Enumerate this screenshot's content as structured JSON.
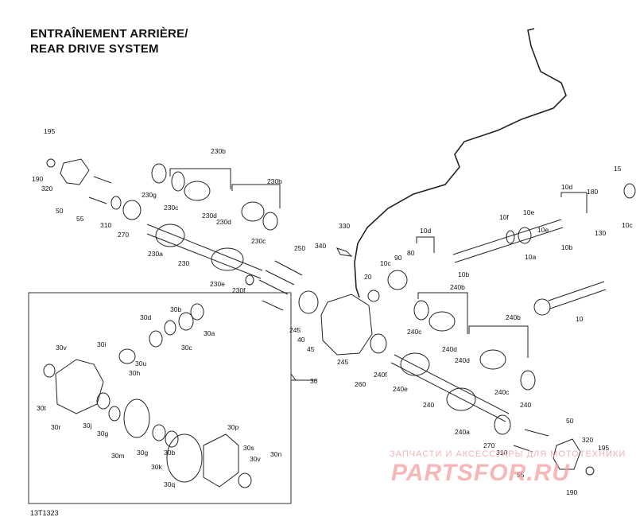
{
  "title_fr": "ENTRAÎNEMENT ARRIÈRE/",
  "title_en": "REAR DRIVE SYSTEM",
  "drawing_code": "13T1323",
  "watermark": {
    "line1": "ЗАПЧАСТИ И АКСЕССУАРЫ ДЛЯ МОТОТЕХНИКИ",
    "line2": "PARTSFOR.RU"
  },
  "parts": [
    {
      "id": "p195a",
      "label": "195"
    },
    {
      "id": "p190a",
      "label": "190"
    },
    {
      "id": "p320a",
      "label": "320"
    },
    {
      "id": "p50a",
      "label": "50"
    },
    {
      "id": "p55a",
      "label": "55"
    },
    {
      "id": "p310a",
      "label": "310"
    },
    {
      "id": "p270a",
      "label": "270"
    },
    {
      "id": "p230b1",
      "label": "230b"
    },
    {
      "id": "p230c1",
      "label": "230c"
    },
    {
      "id": "p230g",
      "label": "230g"
    },
    {
      "id": "p230d1",
      "label": "230d"
    },
    {
      "id": "p230d2",
      "label": "230d"
    },
    {
      "id": "p230b2",
      "label": "230b"
    },
    {
      "id": "p230c2",
      "label": "230c"
    },
    {
      "id": "p230a",
      "label": "230a"
    },
    {
      "id": "p230",
      "label": "230"
    },
    {
      "id": "p230e",
      "label": "230e"
    },
    {
      "id": "p230f",
      "label": "230f"
    },
    {
      "id": "p250",
      "label": "250"
    },
    {
      "id": "p340",
      "label": "340"
    },
    {
      "id": "p330",
      "label": "330"
    },
    {
      "id": "p20",
      "label": "20"
    },
    {
      "id": "p245a",
      "label": "245"
    },
    {
      "id": "p40",
      "label": "40"
    },
    {
      "id": "p45",
      "label": "45"
    },
    {
      "id": "p30",
      "label": "30"
    },
    {
      "id": "p245b",
      "label": "245"
    },
    {
      "id": "p260",
      "label": "260"
    },
    {
      "id": "p240f",
      "label": "240f"
    },
    {
      "id": "p240e",
      "label": "240e"
    },
    {
      "id": "p240",
      "label": "240"
    },
    {
      "id": "p240a",
      "label": "240a"
    },
    {
      "id": "p240b1",
      "label": "240b"
    },
    {
      "id": "p240c1",
      "label": "240c"
    },
    {
      "id": "p240d1",
      "label": "240d"
    },
    {
      "id": "p240d2",
      "label": "240d"
    },
    {
      "id": "p240b2",
      "label": "240b"
    },
    {
      "id": "p240c2",
      "label": "240c"
    },
    {
      "id": "p240g",
      "label": "240"
    },
    {
      "id": "p10c",
      "label": "10c"
    },
    {
      "id": "p90",
      "label": "90"
    },
    {
      "id": "p80",
      "label": "80"
    },
    {
      "id": "p10d1",
      "label": "10d"
    },
    {
      "id": "p10b1",
      "label": "10b"
    },
    {
      "id": "p10f",
      "label": "10f"
    },
    {
      "id": "p10e1",
      "label": "10e"
    },
    {
      "id": "p10a",
      "label": "10a"
    },
    {
      "id": "p10d2",
      "label": "10d"
    },
    {
      "id": "p180",
      "label": "180"
    },
    {
      "id": "p15",
      "label": "15"
    },
    {
      "id": "p10e2",
      "label": "10e"
    },
    {
      "id": "p130",
      "label": "130"
    },
    {
      "id": "p10b2",
      "label": "10b"
    },
    {
      "id": "p10c2",
      "label": "10c"
    },
    {
      "id": "p10",
      "label": "10"
    },
    {
      "id": "p50b",
      "label": "50"
    },
    {
      "id": "p320b",
      "label": "320"
    },
    {
      "id": "p195b",
      "label": "195"
    },
    {
      "id": "p270b",
      "label": "270"
    },
    {
      "id": "p310b",
      "label": "310"
    },
    {
      "id": "p55b",
      "label": "55"
    },
    {
      "id": "p190b",
      "label": "190"
    },
    {
      "id": "p30d",
      "label": "30d"
    },
    {
      "id": "p30b1",
      "label": "30b"
    },
    {
      "id": "p30c",
      "label": "30c"
    },
    {
      "id": "p30a",
      "label": "30a"
    },
    {
      "id": "p30i",
      "label": "30i"
    },
    {
      "id": "p30u",
      "label": "30u"
    },
    {
      "id": "p30h",
      "label": "30h"
    },
    {
      "id": "p30v1",
      "label": "30v"
    },
    {
      "id": "p30t",
      "label": "30t"
    },
    {
      "id": "p30r",
      "label": "30r"
    },
    {
      "id": "p30j",
      "label": "30j"
    },
    {
      "id": "p30g1",
      "label": "30g"
    },
    {
      "id": "p30m",
      "label": "30m"
    },
    {
      "id": "p30g2",
      "label": "30g"
    },
    {
      "id": "p30k",
      "label": "30k"
    },
    {
      "id": "p30b2",
      "label": "30b"
    },
    {
      "id": "p30p",
      "label": "30p"
    },
    {
      "id": "p30s",
      "label": "30s"
    },
    {
      "id": "p30v2",
      "label": "30v"
    },
    {
      "id": "p30n",
      "label": "30n"
    },
    {
      "id": "p30q",
      "label": "30q"
    }
  ]
}
